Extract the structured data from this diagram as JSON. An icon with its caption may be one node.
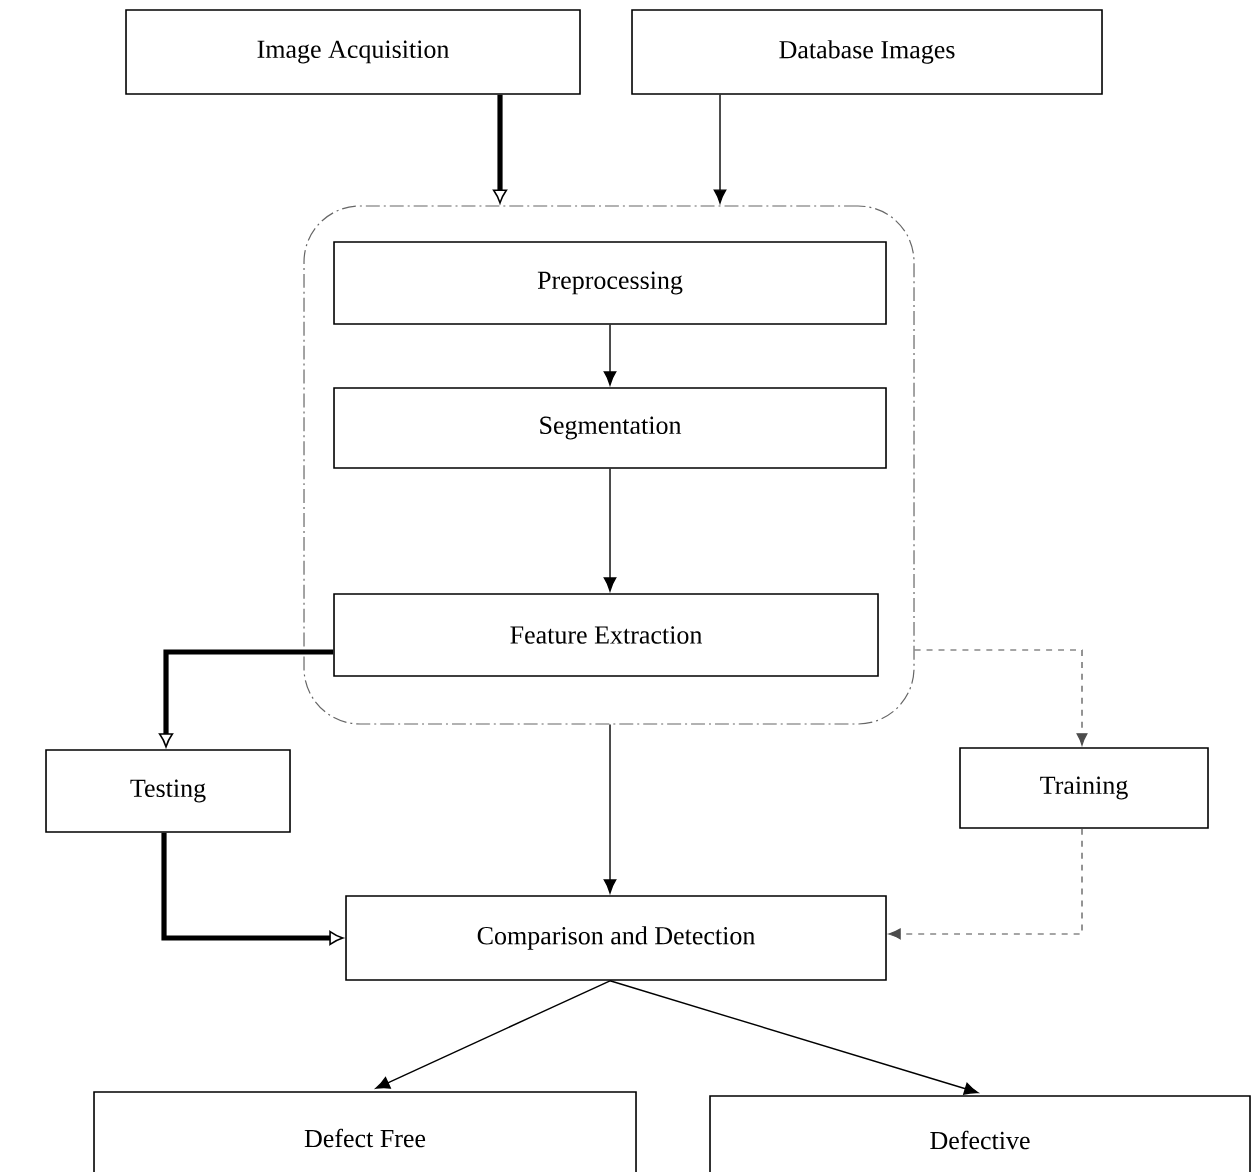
{
  "diagram": {
    "nodes": [
      {
        "text": [
          "Image Acquisition"
        ]
      },
      {
        "text": [
          "Database Images"
        ]
      },
      {
        "text": [],
        "shape": "box"
      },
      {
        "text": [
          "Preprocessing"
        ],
        "in": 2
      },
      {
        "text": [
          "Segmentation"
        ],
        "in": 2
      },
      {
        "text": [
          "Feature Extraction"
        ],
        "in": 2
      },
      {
        "text": [
          "Testing"
        ]
      },
      {
        "text": [
          "Training"
        ]
      },
      {
        "text": [
          "Comparison and Detection"
        ]
      },
      {
        "text": [
          "Defect Free"
        ]
      },
      {
        "text": [
          "Defective"
        ]
      }
    ],
    "edges": [
      {
        "from": 0,
        "to": 2,
        "arrow": "to",
        "style": "thick"
      },
      {
        "from": 1,
        "to": 2,
        "arrow": "to"
      },
      {
        "from": 3,
        "to": 4,
        "arrow": "to"
      },
      {
        "from": 4,
        "to": 5,
        "arrow": "to"
      },
      {
        "from": 5,
        "to": 6,
        "arrow": "to",
        "style": "thick"
      },
      {
        "from": 2,
        "to": 7,
        "arrow": "to",
        "style": "dashed"
      },
      {
        "from": 2,
        "to": 8,
        "arrow": "to"
      },
      {
        "from": 6,
        "to": 8,
        "arrow": "to",
        "style": "thick"
      },
      {
        "from": 7,
        "to": 8,
        "arrow": "to",
        "style": "dashed"
      },
      {
        "from": 8,
        "to": 9,
        "arrow": "to"
      },
      {
        "from": 8,
        "to": 10,
        "arrow": "to"
      }
    ]
  }
}
